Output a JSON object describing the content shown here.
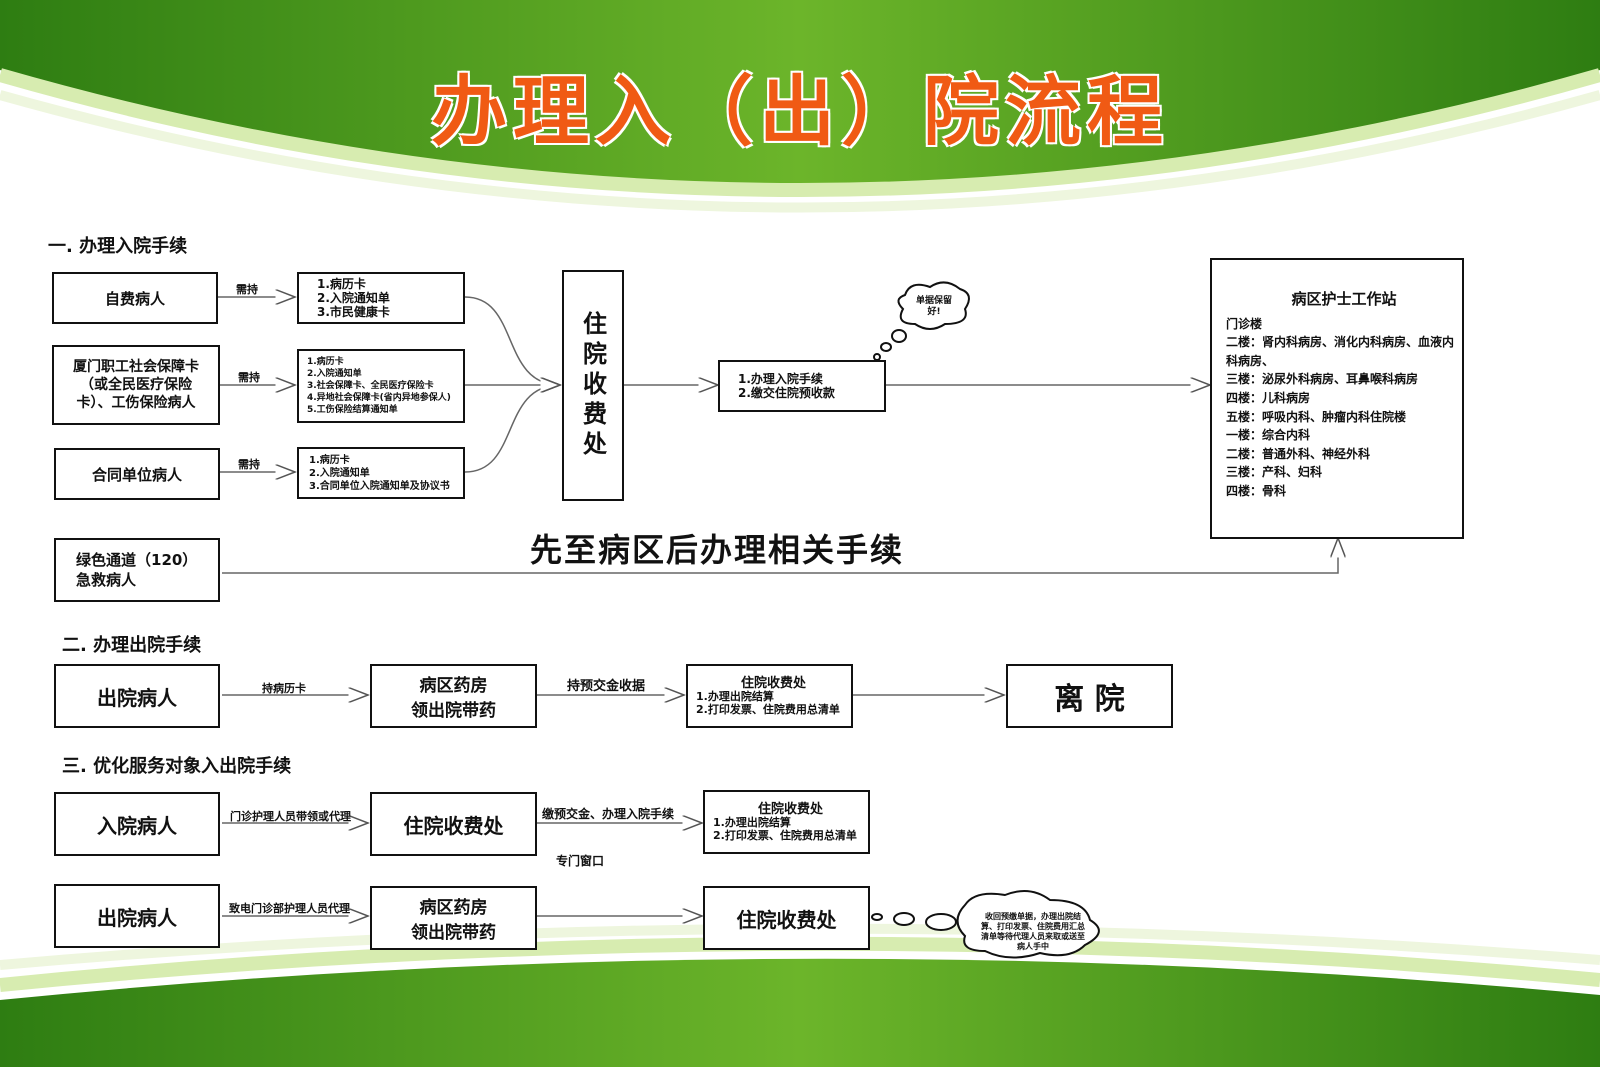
{
  "title": "办理入（出）院流程",
  "colors": {
    "header_green": "#4c9a1e",
    "title_orange": "#f05a14"
  },
  "section1": {
    "heading": "一. 办理入院手续",
    "self_pay": "自费病人",
    "insured": "厦门职工社会保障卡（或全民医疗保险卡）、工伤保险病人",
    "contract": "合同单位病人",
    "need": "需持",
    "docs_self": [
      "1.病历卡",
      "2.入院通知单",
      "3.市民健康卡"
    ],
    "docs_insured": [
      "1.病历卡",
      "2.入院通知单",
      "3.社会保障卡、全民医疗保险卡",
      "4.异地社会保障卡(省内异地参保人)",
      "5.工伤保险结算通知单"
    ],
    "docs_contract": [
      "1.病历卡",
      "2.入院通知单",
      "3.合同单位入院通知单及协议书"
    ],
    "cashier": "住院收费处",
    "steps": [
      "1.办理入院手续",
      "2.缴交住院预收款"
    ],
    "bubble": "单据保留好!",
    "station_title": "病区护士工作站",
    "station_lines": [
      "门诊楼",
      "二楼：肾内科病房、消化内科病房、血液内科病房、",
      "三楼：泌尿外科病房、耳鼻喉科病房",
      "四楼：儿科病房",
      "五楼：呼吸内科、肿瘤内科住院楼",
      "一楼：综合内科",
      "二楼：普通外科、神经外科",
      "三楼：产科、妇科",
      "四楼：骨科"
    ],
    "green_channel": "绿色通道（120）急救病人",
    "green_note": "先至病区后办理相关手续"
  },
  "section2": {
    "heading": "二. 办理出院手续",
    "patient": "出院病人",
    "l1": "持病历卡",
    "pharmacy": [
      "病区药房",
      "领出院带药"
    ],
    "l2": "持预交金收据",
    "cashier_title": "住院收费处",
    "cashier_lines": [
      "1.办理出院结算",
      "2.打印发票、住院费用总清单"
    ],
    "leave": "离 院"
  },
  "section3": {
    "heading": "三. 优化服务对象入出院手续",
    "in_patient": "入院病人",
    "l_in": "门诊护理人员带领或代理",
    "cashier": "住院收费处",
    "l_pay": "缴预交金、办理入院手续",
    "window": "专门窗口",
    "cashier_title": "住院收费处",
    "cashier_lines": [
      "1.办理出院结算",
      "2.打印发票、住院费用总清单"
    ],
    "out_patient": "出院病人",
    "l_out": "致电门诊部护理人员代理",
    "pharmacy": [
      "病区药房",
      "领出院带药"
    ],
    "cashier2": "住院收费处",
    "cloud": "收回预缴单据，办理出院结算、打印发票、住院费用汇总清单等待代理人员来取或送至病人手中"
  }
}
